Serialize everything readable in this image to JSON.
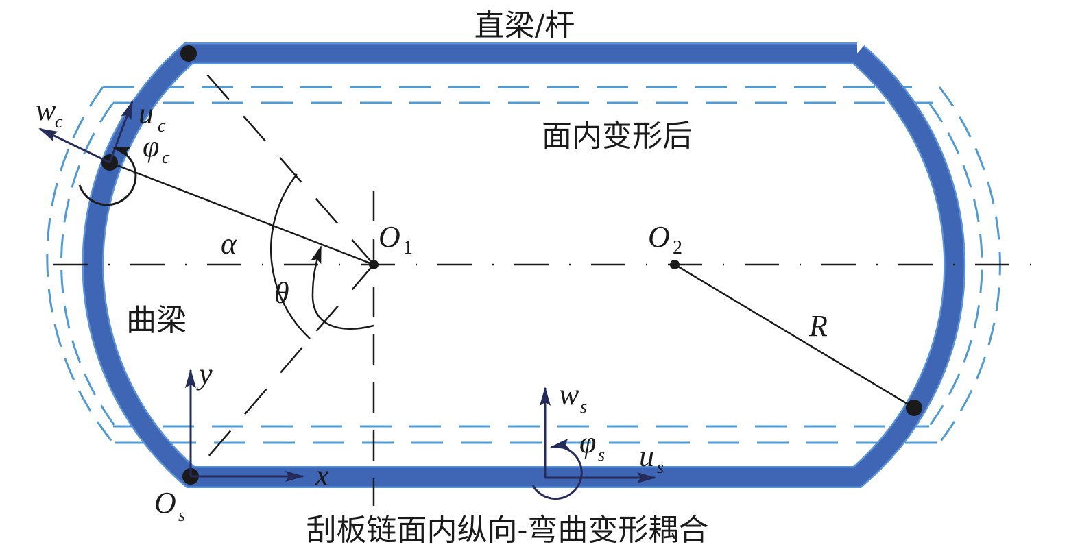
{
  "labels": {
    "straight_beam": "直梁/杆",
    "after_deformation": "面内变形后",
    "curved_beam": "曲梁",
    "caption": "刮板链面内纵向-弯曲变形耦合"
  },
  "symbols": {
    "wc": {
      "main": "w",
      "sub": "c"
    },
    "uc": {
      "main": "u",
      "sub": "c"
    },
    "phic": {
      "main": "φ",
      "sub": "c"
    },
    "alpha": "α",
    "theta": "θ",
    "O1": {
      "main": "O",
      "sub": "1"
    },
    "O2": {
      "main": "O",
      "sub": "2"
    },
    "R": "R",
    "x": "x",
    "y": "y",
    "Os": {
      "main": "O",
      "sub": "s"
    },
    "ws": {
      "main": "w",
      "sub": "s"
    },
    "us": {
      "main": "u",
      "sub": "s"
    },
    "phis": {
      "main": "φ",
      "sub": "s"
    }
  },
  "colors": {
    "chain": "#3f66b5",
    "chain_edge": "#5a93d6",
    "deformed": "#4f9bd6",
    "vector": "#252c5a",
    "line": "#1a1a1a"
  }
}
